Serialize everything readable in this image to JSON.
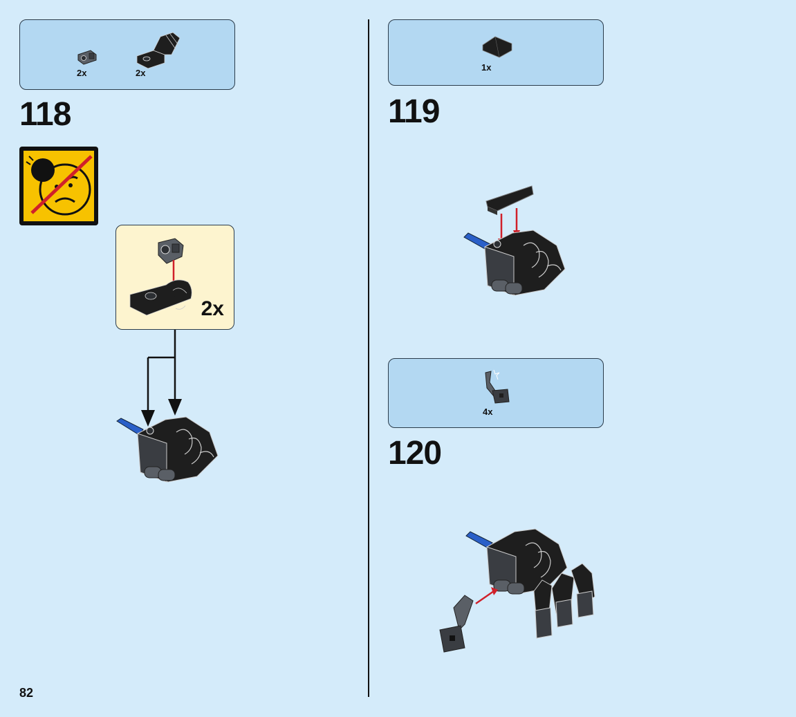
{
  "page": {
    "number": "82"
  },
  "steps": [
    {
      "number": "118",
      "parts": [
        {
          "qty": "2x",
          "icon": "clip-plate-icon"
        },
        {
          "qty": "2x",
          "icon": "hinge-brick-icon"
        }
      ],
      "subassembly": {
        "count": "2x"
      },
      "warning": {
        "icon": "no-small-parts-warning-icon"
      }
    },
    {
      "number": "119",
      "parts": [
        {
          "qty": "1x",
          "icon": "slope-brick-icon"
        }
      ]
    },
    {
      "number": "120",
      "parts": [
        {
          "qty": "4x",
          "icon": "claw-icon"
        }
      ]
    }
  ],
  "colors": {
    "background": "#d4ebfa",
    "parts_box": "#b3d8f2",
    "subassembly_box": "#fdf4cf",
    "warning": "#f7c200",
    "arrow_red": "#d0202a",
    "piece_black": "#1e1e1e",
    "piece_gray": "#5a5f66",
    "piece_blue": "#2a5fc8"
  }
}
